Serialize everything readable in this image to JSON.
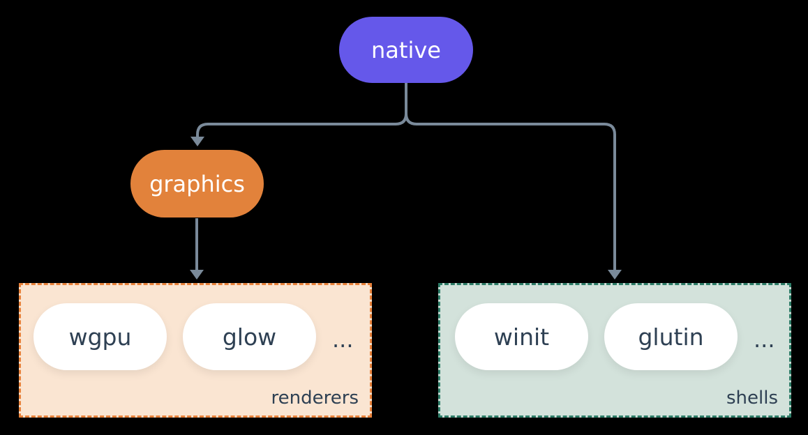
{
  "colors": {
    "background": "#000000",
    "connector": "#7A8A9A",
    "native_fill": "#6558EA",
    "graphics_fill": "#E2823B",
    "node_text": "#FFFFFF",
    "chip_fill": "#FFFFFF",
    "chip_text": "#2E4053",
    "renderers_fill": "#FAE5D2",
    "renderers_border": "#E8823B",
    "shells_fill": "#D3E2DB",
    "shells_border": "#2E7D68"
  },
  "nodes": {
    "native": {
      "label": "native"
    },
    "graphics": {
      "label": "graphics"
    }
  },
  "groups": {
    "renderers": {
      "label": "renderers",
      "chips": [
        "wgpu",
        "glow"
      ],
      "ellipsis": "..."
    },
    "shells": {
      "label": "shells",
      "chips": [
        "winit",
        "glutin"
      ],
      "ellipsis": "..."
    }
  },
  "edges": [
    {
      "from": "native",
      "to": "graphics"
    },
    {
      "from": "native",
      "to": "shells"
    },
    {
      "from": "graphics",
      "to": "renderers"
    }
  ]
}
